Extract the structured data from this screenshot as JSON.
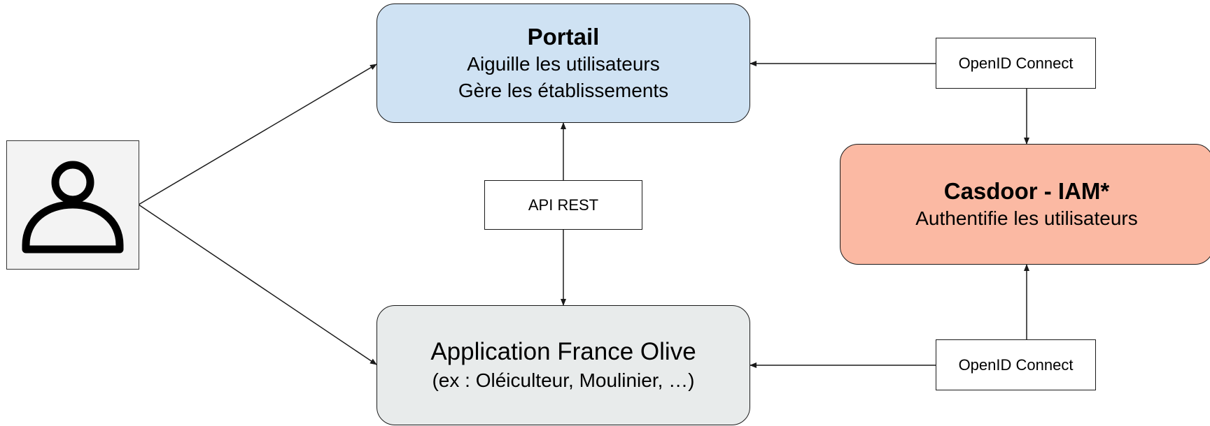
{
  "portail": {
    "title": "Portail",
    "line1": "Aiguille les utilisateurs",
    "line2": "Gère les établissements",
    "fill": "#cfe2f3"
  },
  "casdoor": {
    "title": "Casdoor - IAM*",
    "line1": "Authentifie les utilisateurs",
    "fill": "#fbb9a3"
  },
  "application": {
    "title": "Application France Olive",
    "line1": "(ex : Oléiculteur, Moulinier, …)",
    "fill": "#e8ebeb"
  },
  "labels": {
    "oidc_top": "OpenID Connect",
    "oidc_bottom": "OpenID Connect",
    "api_rest": "API REST"
  },
  "user": {
    "icon": "person-icon"
  }
}
